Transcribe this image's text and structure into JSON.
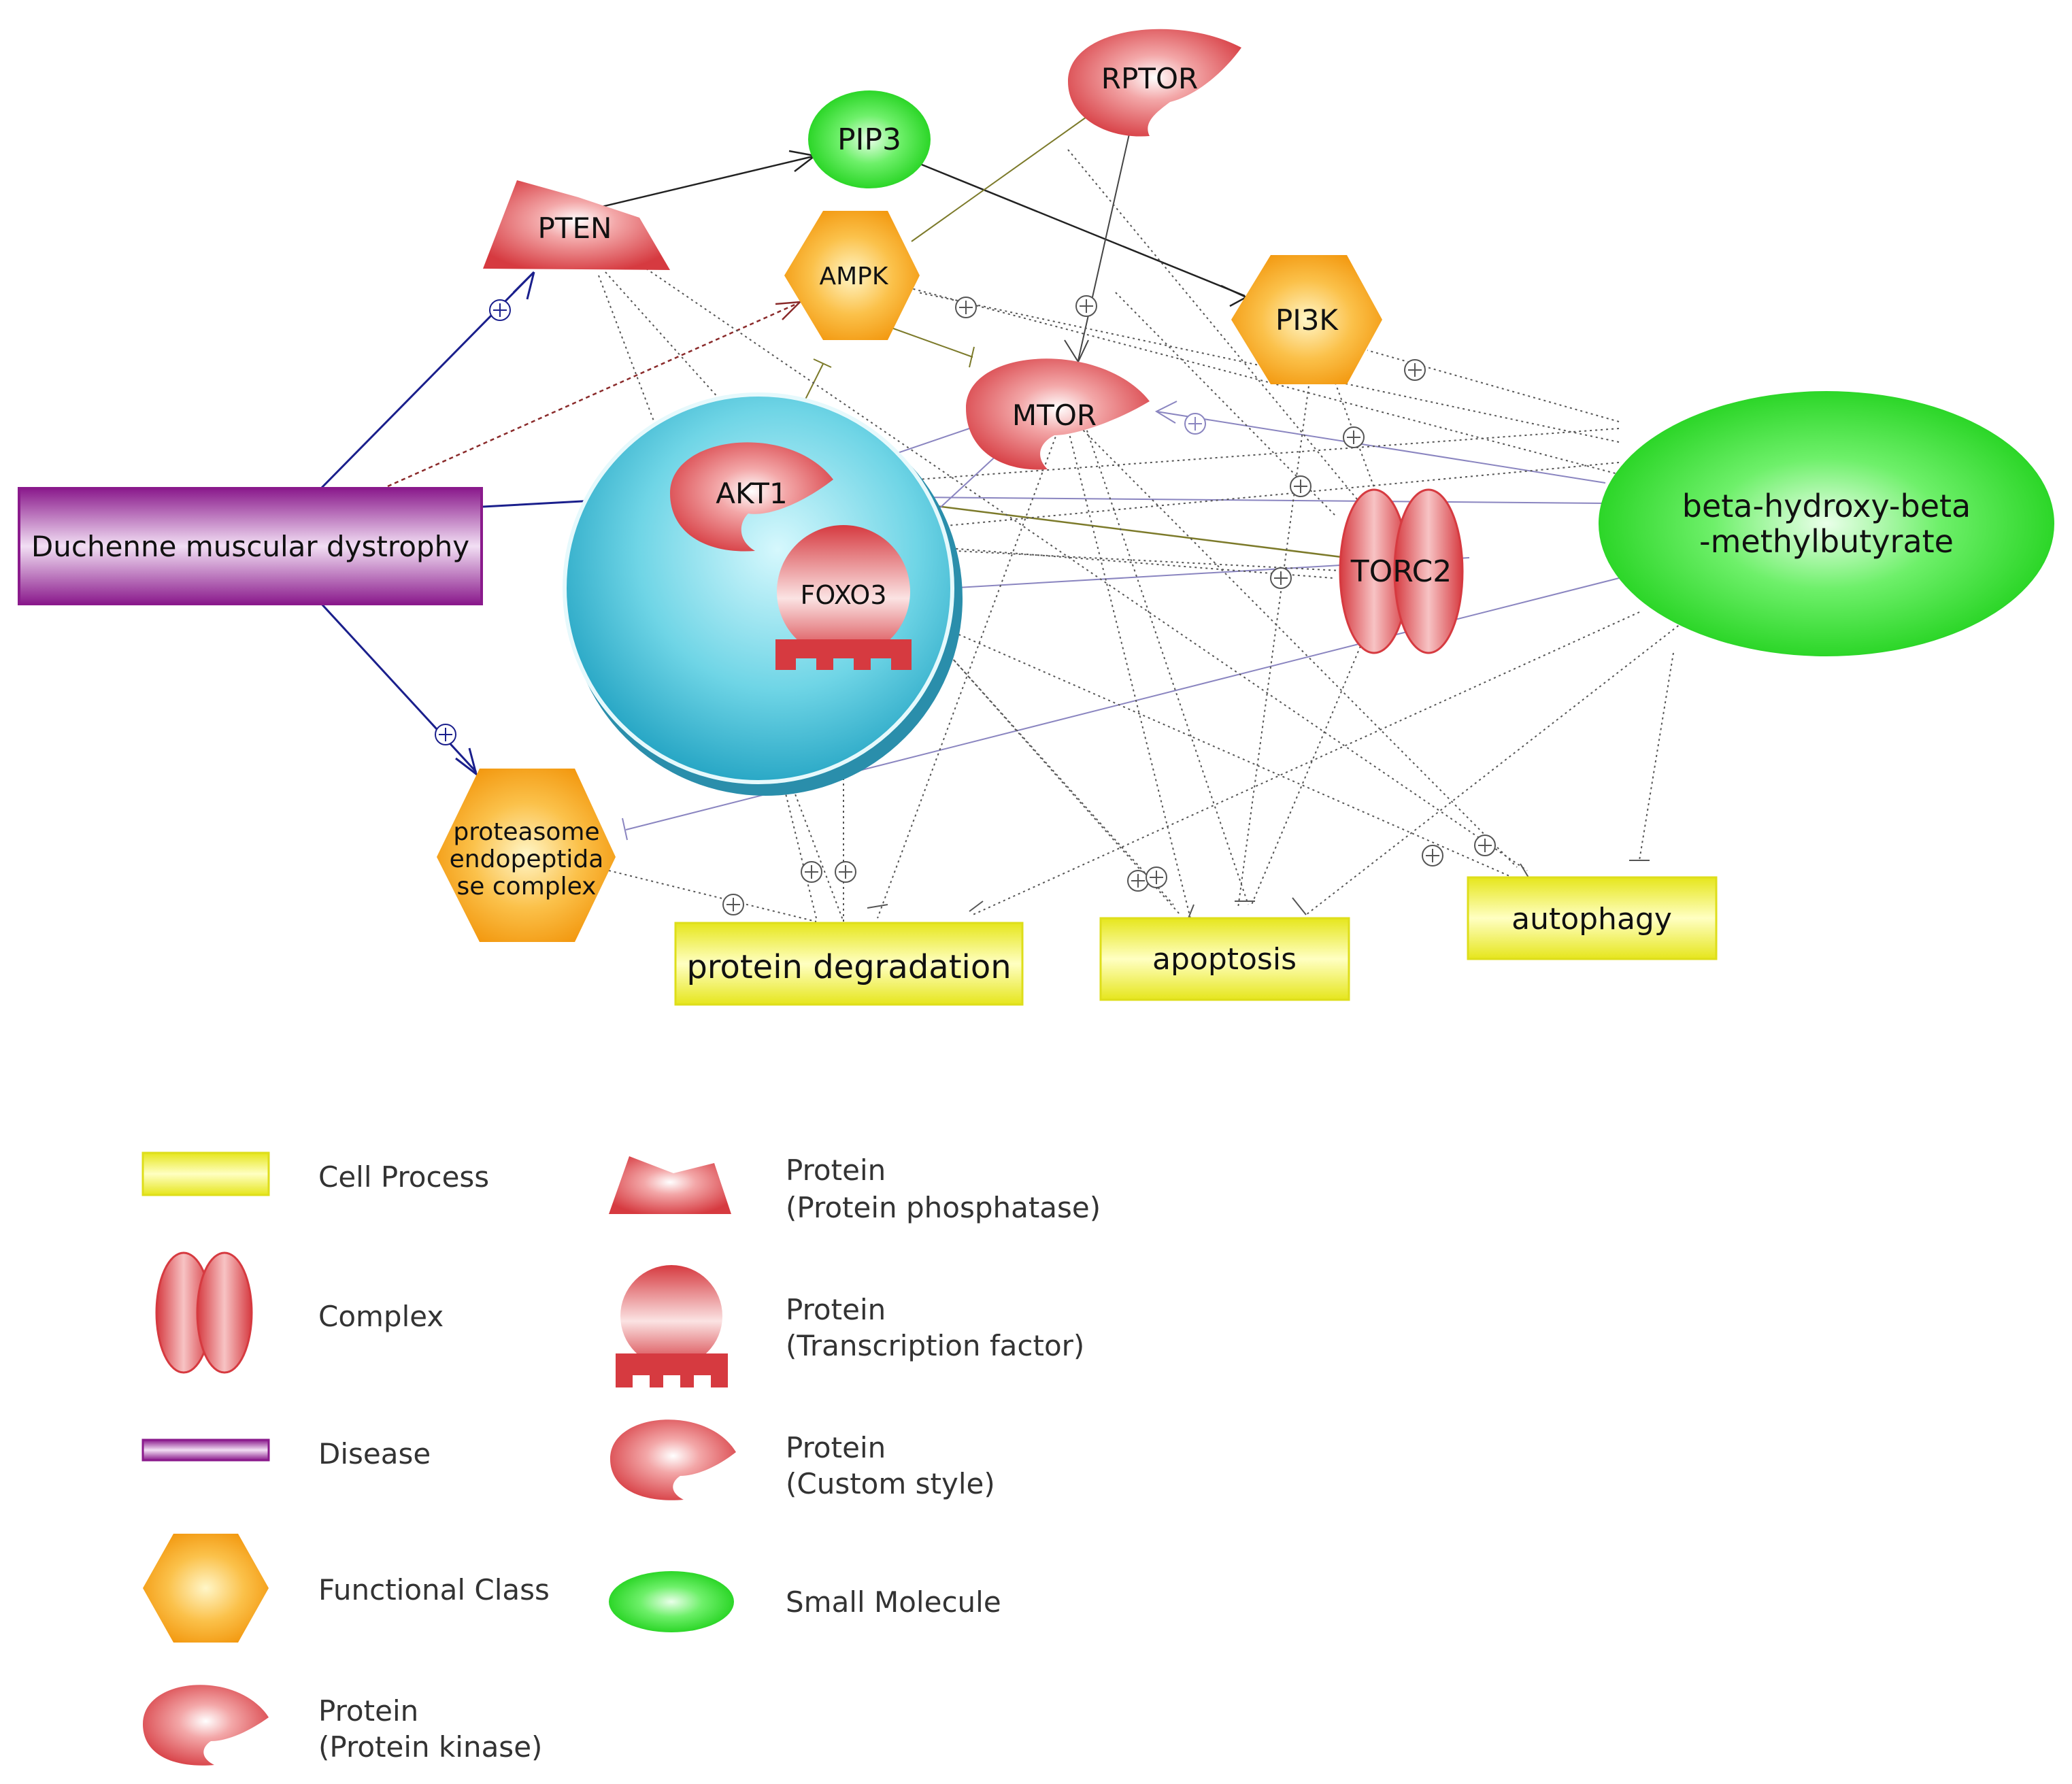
{
  "nodes": {
    "rptor": "RPTOR",
    "pip3": "PIP3",
    "pten": "PTEN",
    "ampk": "AMPK",
    "pi3k": "PI3K",
    "mtor": "MTOR",
    "akt1": "AKT1",
    "foxo3": "FOXO3",
    "torc2": "TORC2",
    "hmb_line1": "beta-hydroxy-beta",
    "hmb_line2": "-methylbutyrate",
    "dmd": "Duchenne muscular dystrophy",
    "proteasome_line1": "proteasome",
    "proteasome_line2": "endopeptida",
    "proteasome_line3": "se complex",
    "protein_degradation": "protein degradation",
    "apoptosis": "apoptosis",
    "autophagy": "autophagy"
  },
  "legend": {
    "cell_process": "Cell Process",
    "complex": "Complex",
    "disease": "Disease",
    "functional_class": "Functional Class",
    "protein_kinase_1": "Protein",
    "protein_kinase_2": "(Protein kinase)",
    "protein_phosphatase_1": "Protein",
    "protein_phosphatase_2": "(Protein phosphatase)",
    "transcription_factor_1": "Protein",
    "transcription_factor_2": "(Transcription factor)",
    "custom_style_1": "Protein",
    "custom_style_2": "(Custom style)",
    "small_molecule": "Small Molecule"
  },
  "colors": {
    "protein_red": "#d9464b",
    "small_molecule_green": "#22d61e",
    "functional_class_orange": "#f5a11a",
    "disease_purple": "#8a1a8c",
    "cell_process_yellow": "#eded2a",
    "nucleus_cyan": "#4fc9df",
    "activation_blue": "#1a1f8c",
    "inhibition_lavender": "#8a85c0",
    "olive": "#7c7a2a"
  }
}
